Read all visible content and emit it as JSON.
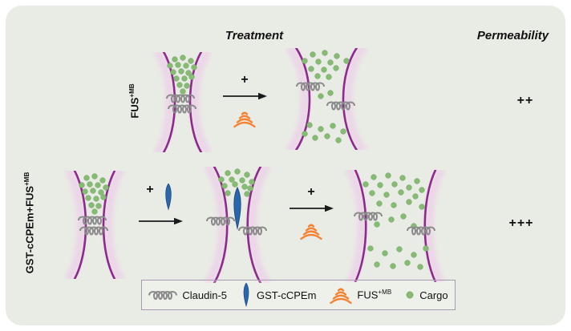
{
  "colors": {
    "page_bg": "#ffffff",
    "panel_bg": "#e9ece5",
    "membrane": "#8e2a8e",
    "membrane_glow": "#ecd2e8",
    "claudin": "#8a8a8a",
    "cargo": "#86bb74",
    "cargo_edge": "#6fa25f",
    "gst": "#2a66ab",
    "fus": "#f58232",
    "arrow": "#1a1a1a",
    "text": "#111111",
    "legend_border": "#a79bb0"
  },
  "header": {
    "treatment": "Treatment",
    "permeability": "Permeability"
  },
  "operators": {
    "plus": "+"
  },
  "rows": [
    {
      "label_base": "FUS",
      "label_sup": "+MB",
      "permeability": "++"
    },
    {
      "label_base": "GST-cCPEm+FUS",
      "label_sup": "+MB",
      "permeability": "+++"
    }
  ],
  "legend": {
    "items": [
      {
        "icon": "claudin-icon",
        "label": "Claudin-5"
      },
      {
        "icon": "gst-ccpem-icon",
        "label": "GST-cCPEm"
      },
      {
        "icon": "fus-icon",
        "label_base": "FUS",
        "label_sup": "+MB"
      },
      {
        "icon": "cargo-icon",
        "label": "Cargo"
      }
    ]
  }
}
